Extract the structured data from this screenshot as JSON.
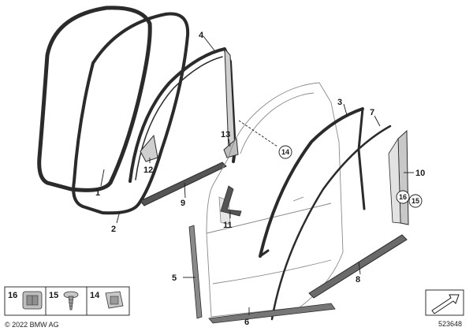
{
  "callouts": {
    "c1": "1",
    "c2": "2",
    "c3": "3",
    "c4": "4",
    "c5": "5",
    "c6": "6",
    "c7": "7",
    "c8": "8",
    "c9": "9",
    "c10": "10",
    "c11": "11",
    "c12": "12",
    "c13": "13",
    "c14": "14",
    "c15": "15",
    "c16": "16"
  },
  "legend": {
    "item16": "16",
    "item15": "15",
    "item14": "14"
  },
  "footer": {
    "copyright": "© 2022 BMW AG",
    "diagram_number": "523648"
  },
  "icons": [
    "clip-icon",
    "screw-icon",
    "square-clip-icon",
    "direction-arrow-icon"
  ],
  "colors": {
    "parts": "#2b2b2b",
    "door_panel": "#8a8a8a",
    "trim_fill": "#d6d6d6"
  }
}
